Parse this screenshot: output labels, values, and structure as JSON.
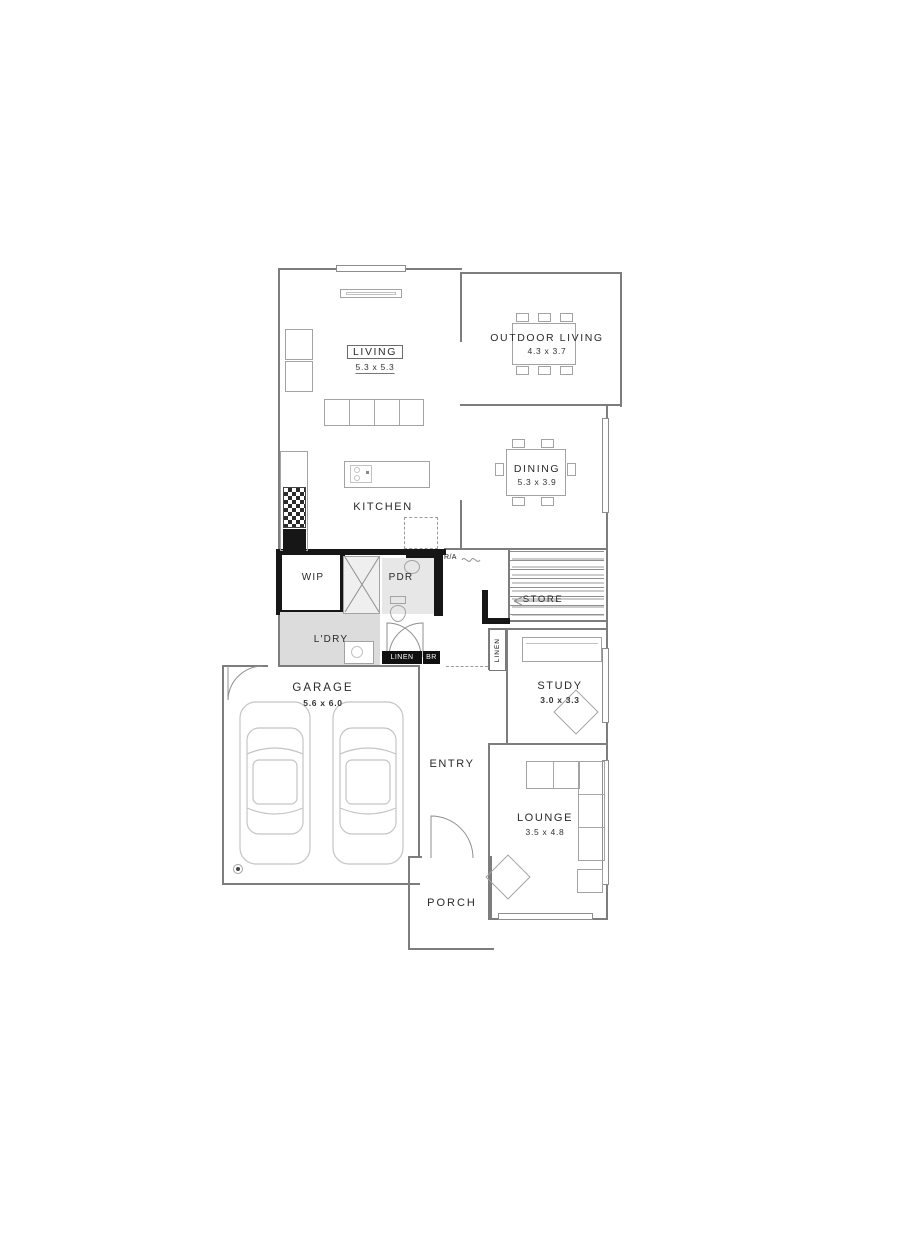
{
  "colors": {
    "paper": "#ffffff",
    "wall": "#7d7d7d",
    "wall_heavy": "#161616",
    "linework": "#9a9a9a",
    "fill_light": "#dcdcdc"
  },
  "rooms": {
    "living": {
      "label": "LIVING",
      "dims": "5.3 x 5.3"
    },
    "outdoor_living": {
      "label": "OUTDOOR LIVING",
      "dims": "4.3 x 3.7"
    },
    "dining": {
      "label": "DINING",
      "dims": "5.3 x 3.9"
    },
    "kitchen": {
      "label": "KITCHEN"
    },
    "wip": {
      "label": "WIP"
    },
    "pdr": {
      "label": "PDR"
    },
    "ldry": {
      "label": "L'DRY"
    },
    "store": {
      "label": "STORE"
    },
    "linen_cupboard": {
      "label": "LINEN"
    },
    "broom": {
      "label": "BR"
    },
    "linen_hall": {
      "label": "LINEN"
    },
    "study": {
      "label": "STUDY",
      "dims": "3.0 x 3.3"
    },
    "garage": {
      "label": "GARAGE",
      "dims": "5.6 x 6.0"
    },
    "entry": {
      "label": "ENTRY"
    },
    "lounge": {
      "label": "LOUNGE",
      "dims": "3.5 x 4.8"
    },
    "porch": {
      "label": "PORCH"
    }
  },
  "annotations": {
    "return_air": "R/A"
  }
}
